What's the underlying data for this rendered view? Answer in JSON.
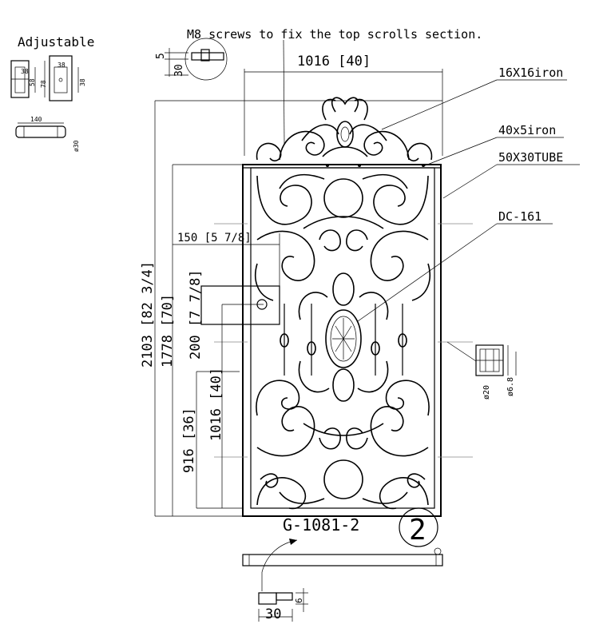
{
  "labels": {
    "adjustable": "Adjustable",
    "note_top": "M8 screws to fix the top scrolls section.",
    "material_1": "16X16iron",
    "material_2": "40x5iron",
    "material_3": "50X30TUBE",
    "ornament": "DC-161",
    "model": "G-1081-2",
    "sheet": "2"
  },
  "dimensions": {
    "width": "1016 [40]",
    "total_height": "2103 [82 3/4]",
    "panel_height": "1778 [70]",
    "hinge_offset": "150 [5 7/8]",
    "hinge_plate": "200 [7 7/8]",
    "lower_1016": "1016 [40]",
    "lower_916": "916 [36]",
    "top_5": "5",
    "top_30": "30",
    "bottom_30": "30",
    "bottom_6": "6",
    "tube_20": "ø20",
    "tube_6_8": "ø6.8"
  },
  "hinge_detail": {
    "d38a": "38",
    "d58": "58",
    "d78": "78",
    "d38b": "38",
    "d140": "140",
    "d30": "ø30"
  }
}
